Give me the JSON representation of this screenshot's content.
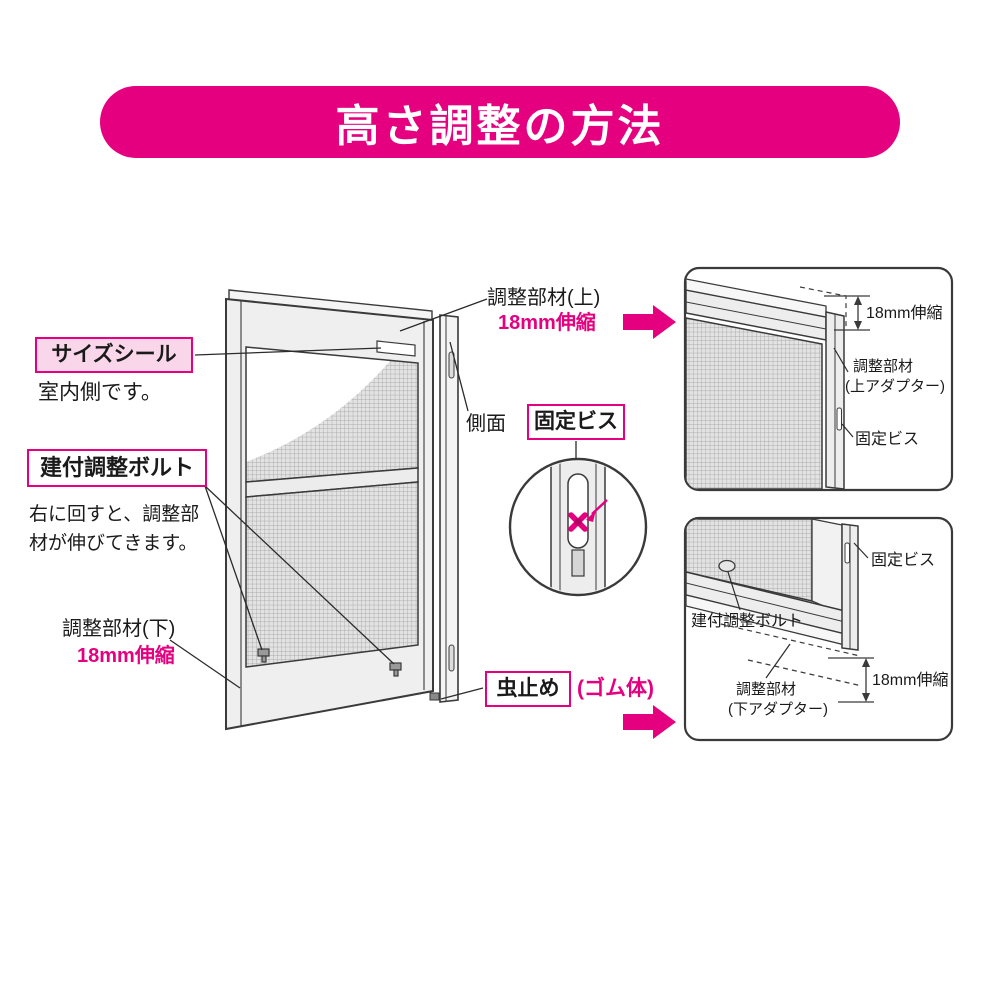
{
  "banner": {
    "title": "高さ調整の方法"
  },
  "colors": {
    "accent": "#e4007f",
    "pink_bg": "#f9d6e9",
    "line": "#3a3a3a"
  },
  "left": {
    "size_seal": "サイズシール",
    "indoor": "室内側です。",
    "bolt_box": "建付調整ボルト",
    "bolt_note": "右に回すと、調整部材が伸びてきます。",
    "lower_member": "調整部材(下)",
    "lower_range": "18mm伸縮"
  },
  "center": {
    "upper_member": "調整部材(上)",
    "upper_range": "18mm伸縮",
    "side": "側面",
    "screw_box": "固定ビス",
    "bug_box": "虫止め",
    "bug_note": "(ゴム体)"
  },
  "detail_top": {
    "range": "18mm伸縮",
    "member": "調整部材",
    "member_sub": "(上アダプター)",
    "screw": "固定ビス"
  },
  "detail_bottom": {
    "screw": "固定ビス",
    "bolt": "建付調整ボルト",
    "member": "調整部材",
    "member_sub": "(下アダプター)",
    "range": "18mm伸縮"
  }
}
